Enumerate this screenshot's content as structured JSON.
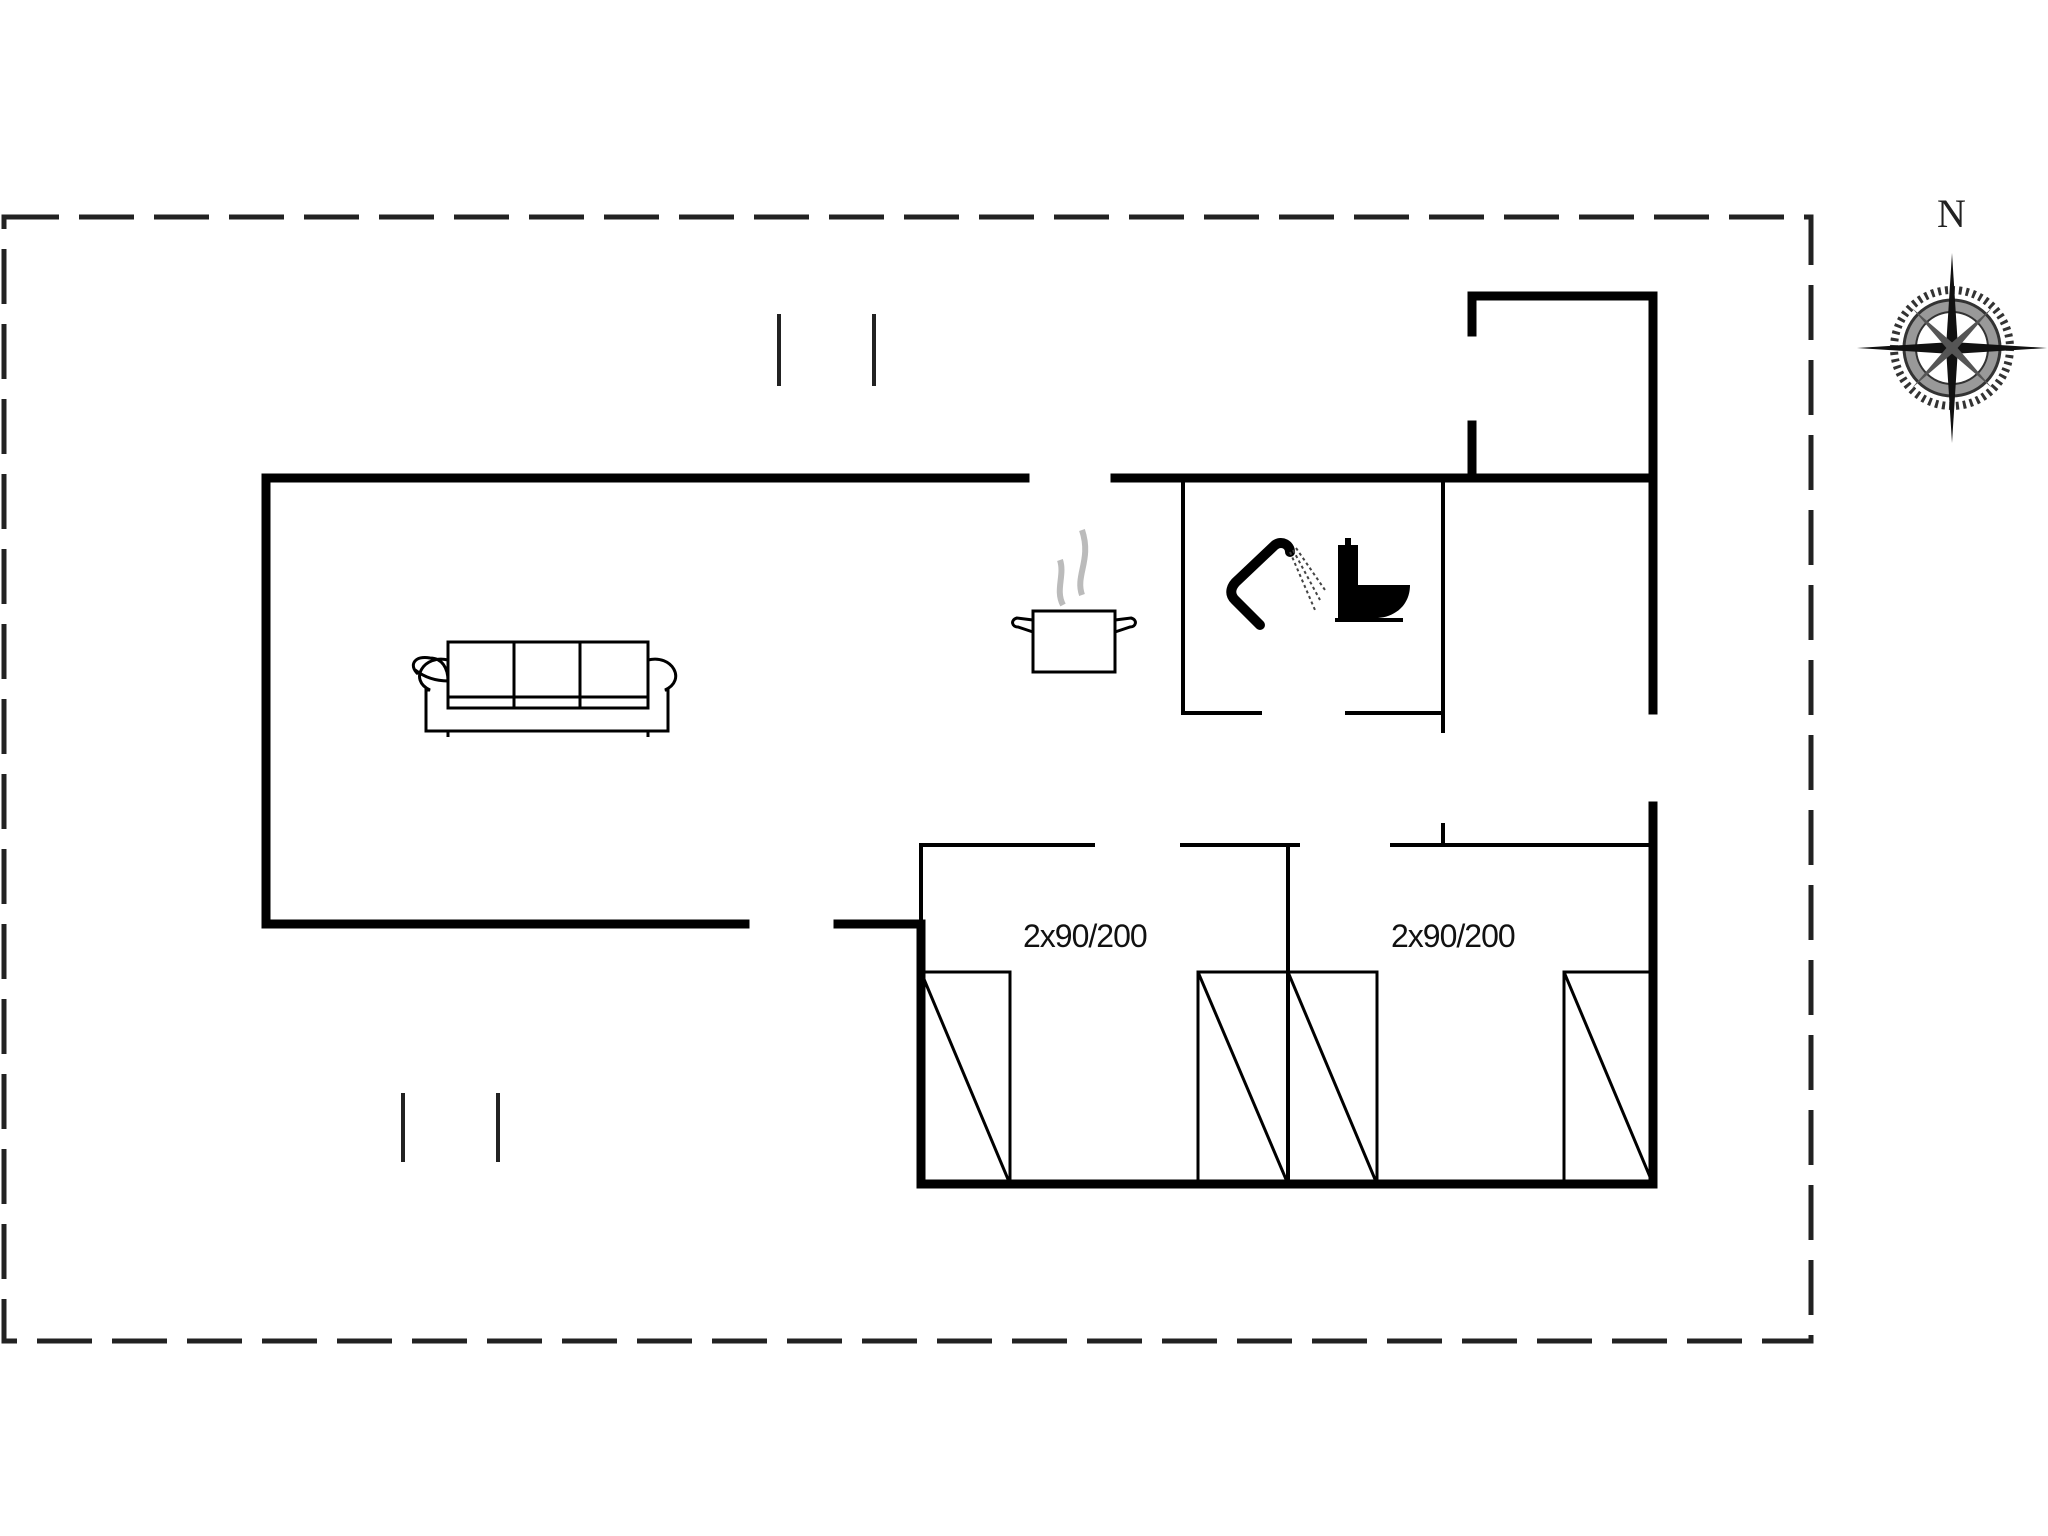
{
  "plan": {
    "type": "floor-plan",
    "compass": {
      "north_label": "N"
    },
    "rooms": [
      {
        "id": "living-room",
        "icon": "sofa-icon"
      },
      {
        "id": "kitchen",
        "icon": "cooking-pot-icon"
      },
      {
        "id": "bathroom",
        "icons": [
          "shower-icon",
          "toilet-icon"
        ]
      },
      {
        "id": "bedroom-1",
        "label": "2x90/200"
      },
      {
        "id": "bedroom-2",
        "label": "2x90/200"
      },
      {
        "id": "hallway"
      },
      {
        "id": "annex"
      }
    ],
    "bedroom_1_label": "2x90/200",
    "bedroom_2_label": "2x90/200",
    "colors": {
      "wall": "#000000",
      "boundary": "#222222",
      "steam": "#bbbbbb",
      "background": "#ffffff"
    }
  }
}
